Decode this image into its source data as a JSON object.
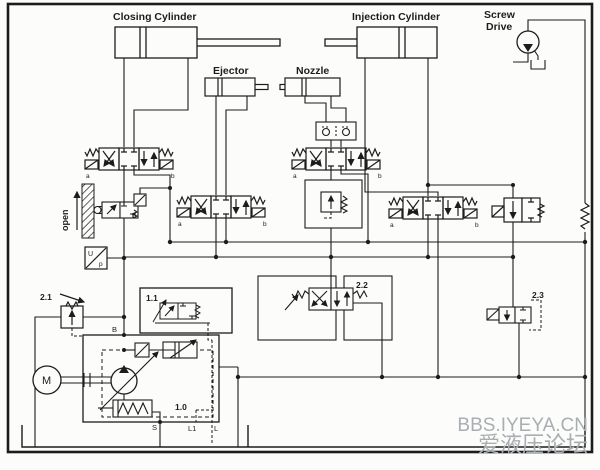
{
  "colors": {
    "ink": "#1c1c1c",
    "watermark_gray": "#a9aeb2",
    "background": "#fcfcfb"
  },
  "labels": {
    "closing_cylinder": "Closing Cylinder",
    "ejector": "Ejector",
    "nozzle": "Nozzle",
    "injection_cylinder": "Injection Cylinder",
    "screw_drive_line1": "Screw",
    "screw_drive_line2": "Drive",
    "open_annotation": "open",
    "motor": "M"
  },
  "item_numbers": {
    "system_relief_valve": "2.1",
    "proportional_valve": "2.2",
    "screw_pressure_valve": "2.3",
    "pump_pilot_valve": "1.1",
    "pump_unit": "1.0"
  },
  "ports": {
    "pump_outlet": "B",
    "suction": "S",
    "drain1": "L1",
    "drain2": "L",
    "transducer_u": "U",
    "transducer_p": "p",
    "solenoid_a": "a",
    "solenoid_b": "b"
  },
  "watermark": {
    "line1": "BBS.IYEYA.CN",
    "line2": "爱液压论坛"
  }
}
